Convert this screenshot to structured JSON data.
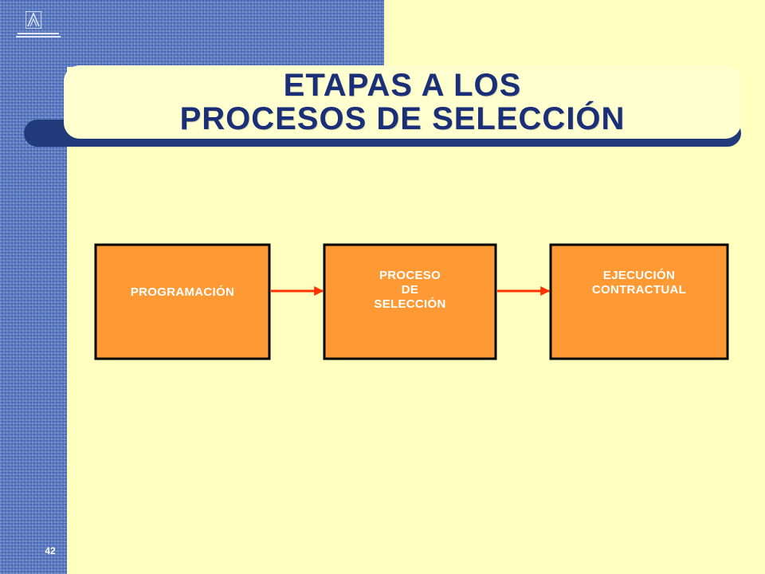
{
  "title": {
    "line1": "ETAPAS A LOS",
    "line2": "PROCESOS DE SELECCIÓN"
  },
  "diagram": {
    "nodes": [
      {
        "id": "programacion",
        "lines": [
          "PROGRAMACIÓN"
        ]
      },
      {
        "id": "proceso",
        "lines": [
          "PROCESO",
          "DE",
          "SELECCIÓN"
        ]
      },
      {
        "id": "ejecucion",
        "lines": [
          "EJECUCIÓN",
          "CONTRACTUAL"
        ]
      }
    ],
    "edges": [
      {
        "from": "programacion",
        "to": "proceso"
      },
      {
        "from": "proceso",
        "to": "ejecucion"
      }
    ]
  },
  "colors": {
    "background": "#ffffc0",
    "texture_blue": "#5678c4",
    "title_text": "#1a2f78",
    "node_fill": "#ff9933",
    "node_border": "#000000",
    "arrow": "#ff3300"
  },
  "logo": {
    "icon": "institution-logo-icon"
  },
  "page_number": "42"
}
